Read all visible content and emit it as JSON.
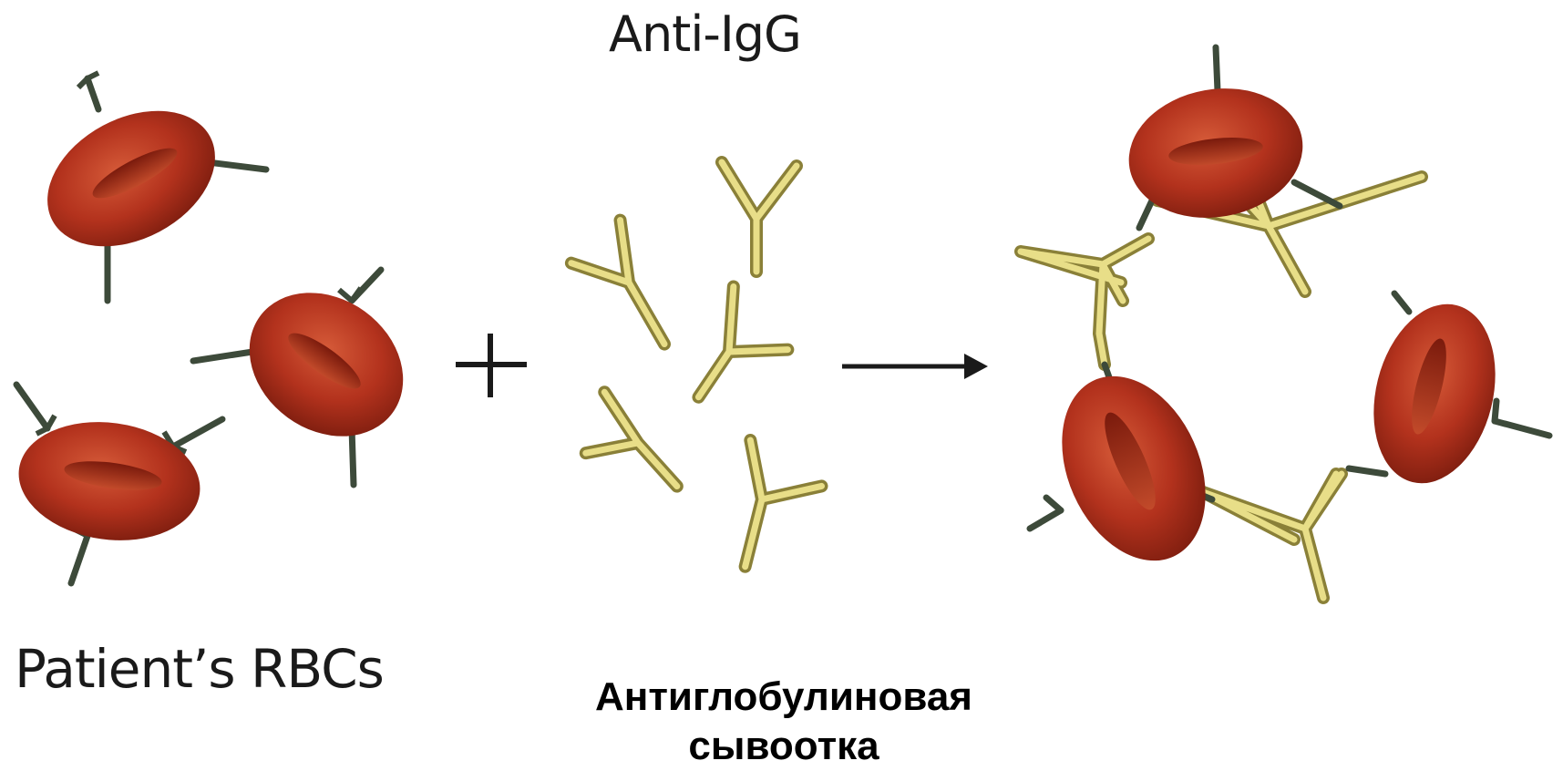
{
  "labels": {
    "anti_igg": "Anti-IgG",
    "patients_rbcs": "Patient’s RBCs",
    "serum_line1": "Антиглобулиновая",
    "serum_line2": "сывоотка"
  },
  "colors": {
    "rbc_fill": "#b3321d",
    "rbc_dark": "#7a1c0e",
    "rbc_highlight": "#d9623f",
    "antigen_stalk": "#3d4a3a",
    "antibody_outline": "#8a8038",
    "antibody_fill": "#e8de88"
  }
}
